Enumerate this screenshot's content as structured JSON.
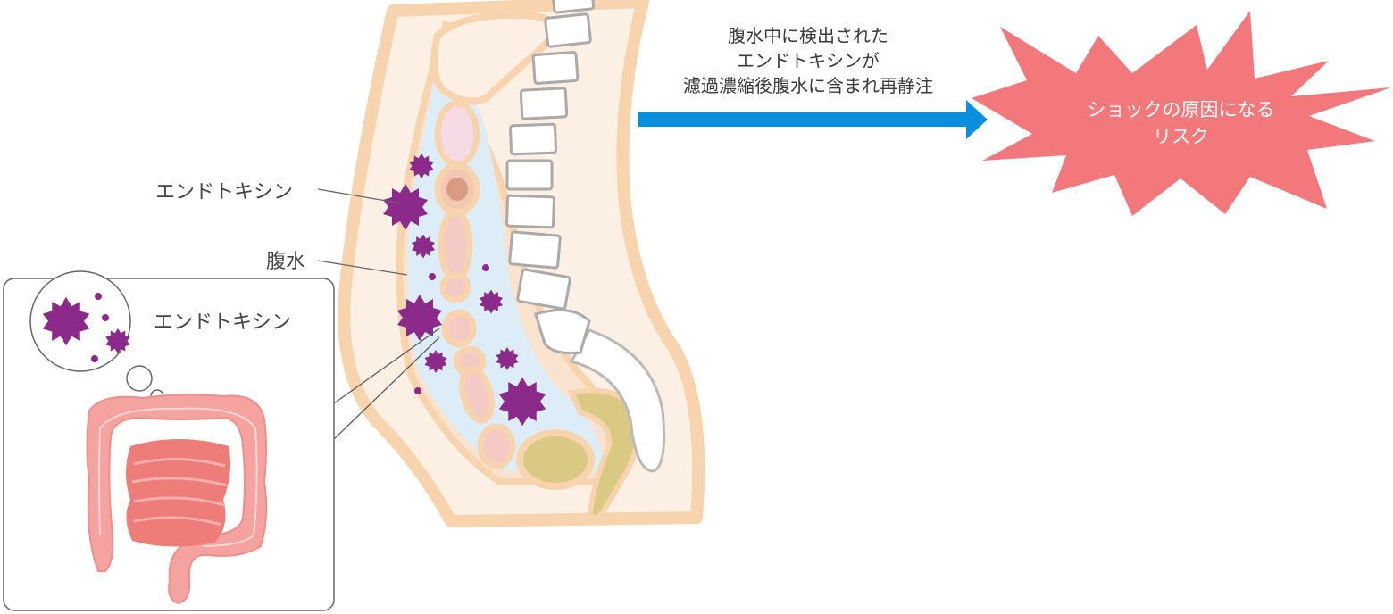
{
  "labels": {
    "endotoxin_main": "エンドトキシン",
    "ascites": "腹水",
    "endotoxin_inset": "エンドトキシン"
  },
  "caption": {
    "line1": "腹水中に検出された",
    "line2": "エンドトキシンが",
    "line3": "濾過濃縮後腹水に含まれ再静注"
  },
  "burst": {
    "line1": "ショックの原因になる",
    "line2": "リスク"
  },
  "colors": {
    "body_outline": "#f7d4ad",
    "body_fill": "#fcefe4",
    "ascites_fluid": "#dcedf7",
    "endotoxin": "#8b2a8b",
    "intestine": "#f4a3a0",
    "intestine_inner": "#ee7c78",
    "arrow": "#0a8fdc",
    "burst": "#f2787b"
  }
}
